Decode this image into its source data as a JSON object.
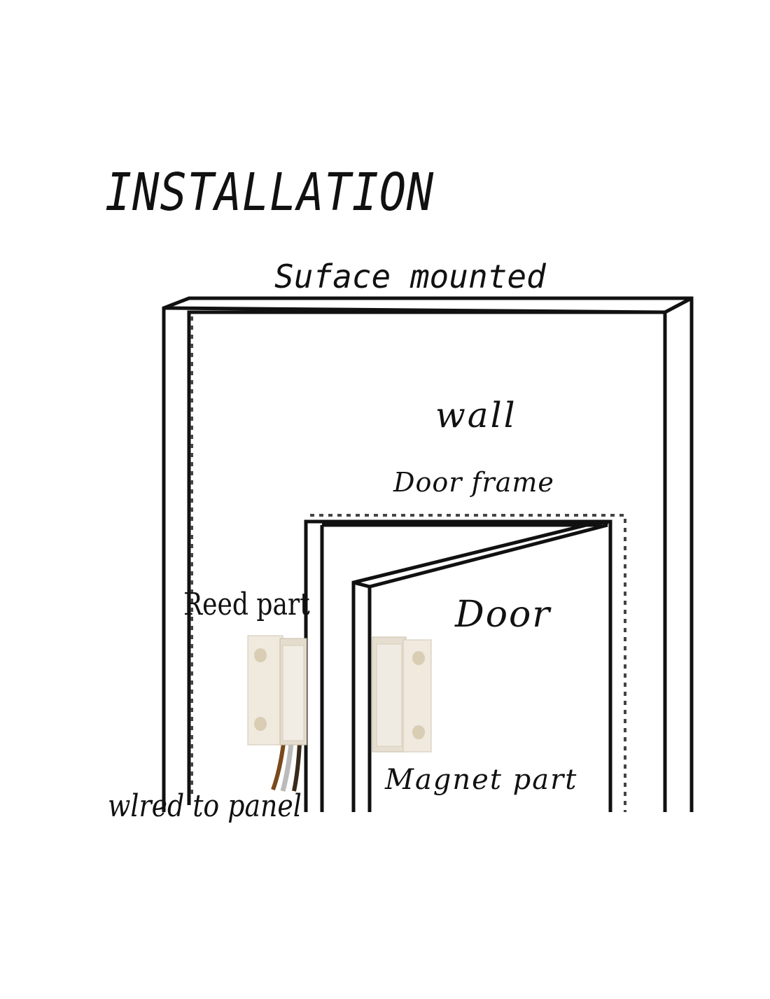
{
  "title": "INSTALLATION",
  "subtitle": "Suface mounted",
  "labels": {
    "wall": "wall",
    "door_frame": "Door frame",
    "door": "Door",
    "reed_part": "Reed part",
    "magnet_part": "Magnet part",
    "wired_to_panel": "wlred to panel"
  },
  "colors": {
    "background": "#ffffff",
    "line": "#111111",
    "dotted_line": "#444444",
    "sensor_body": "#efe9de",
    "sensor_shade": "#d9d0c1",
    "wire_brown": "#7a4a1c",
    "wire_white": "#f2f2f2"
  }
}
